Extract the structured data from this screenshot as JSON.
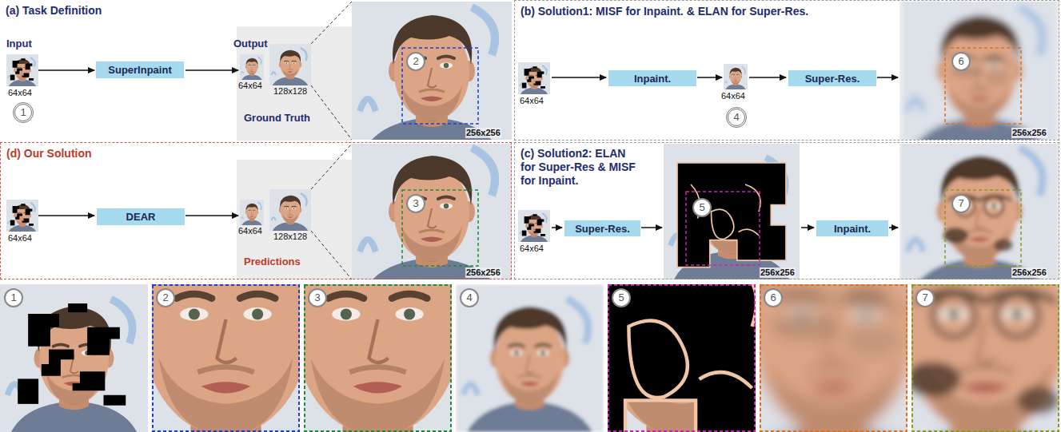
{
  "diagram": {
    "nodes": [
      {
        "text": [
          "(a) Task Definition"
        ]
      },
      {
        "text": [
          "SuperInpaint"
        ],
        "in": 0
      },
      {
        "text": [
          "(b) Solution1: MISF for Inpaint. & ELAN for Super-Res."
        ]
      },
      {
        "text": [
          "Inpaint."
        ],
        "in": 2
      },
      {
        "text": [
          "Super-Res."
        ],
        "in": 2
      },
      {
        "text": [
          "(d) Our Solution"
        ]
      },
      {
        "text": [
          "DEAR"
        ],
        "in": 5
      },
      {
        "text": [
          "(c) Solution2: ELAN for Super-Res & MISF for Inpaint."
        ]
      },
      {
        "text": [
          "Super-Res."
        ],
        "in": 7
      },
      {
        "text": [
          "Inpaint."
        ],
        "in": 7
      }
    ],
    "labels": [
      "Input",
      "64x64",
      "1",
      "Output",
      "64x64",
      "128x128",
      "Ground Truth",
      "2",
      "256x256",
      "64x64",
      "64x64",
      "4",
      "6",
      "256x256",
      "64x64",
      "64x64",
      "128x128",
      "Predictions",
      "3",
      "256x256",
      "64x64",
      "5",
      "256x256",
      "7",
      "256x256",
      "1",
      "2",
      "3",
      "4",
      "5",
      "6",
      "7"
    ]
  }
}
